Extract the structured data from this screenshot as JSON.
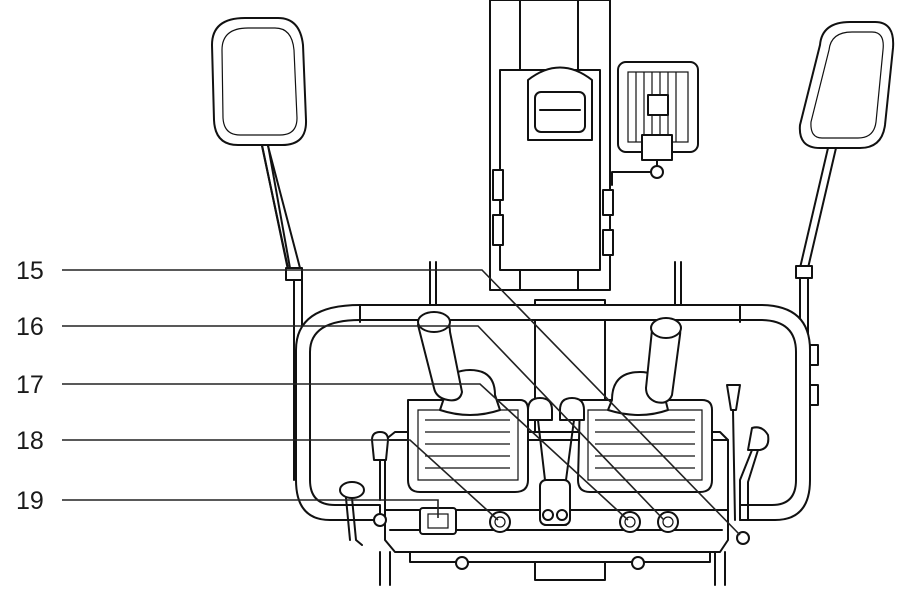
{
  "diagram": {
    "callouts": [
      {
        "id": "15",
        "label": "15"
      },
      {
        "id": "16",
        "label": "16"
      },
      {
        "id": "17",
        "label": "17"
      },
      {
        "id": "18",
        "label": "18"
      },
      {
        "id": "19",
        "label": "19"
      }
    ]
  }
}
